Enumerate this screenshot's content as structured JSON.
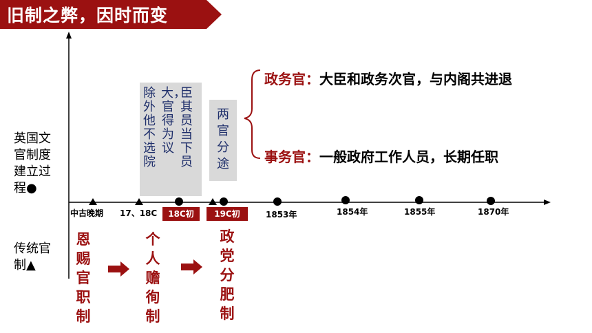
{
  "title": "旧制之弊，因时而变",
  "y_label_uk": "英国文官制度建立过程●",
  "y_label_uk_lines": [
    "英国文",
    "官制度",
    "建立过",
    "程●"
  ],
  "y_label_trad_lines": [
    "传统官",
    "制▲"
  ],
  "box1_columns": [
    "除外他不选院",
    "大，官得为议",
    "臣其员当下员"
  ],
  "box2_columns": [
    "两官分途"
  ],
  "timeline_labels": [
    "中古晚期",
    "17、18C",
    "1853年",
    "1854年",
    "1855年",
    "1870年"
  ],
  "tags": [
    "18C初",
    "19C初"
  ],
  "stages": [
    "恩赐官职制",
    "个人赡徇制",
    "政党分肥制"
  ],
  "officers": {
    "political_label": "政务官：",
    "political_desc": "大臣和政务次官，与内阁共进退",
    "civil_label": "事务官：",
    "civil_desc": "一般政府工作人员，长期任职"
  },
  "colors": {
    "accent": "#9b1111",
    "box_gray": "#d9d9d9",
    "vertical_text": "#1f2f6b"
  }
}
